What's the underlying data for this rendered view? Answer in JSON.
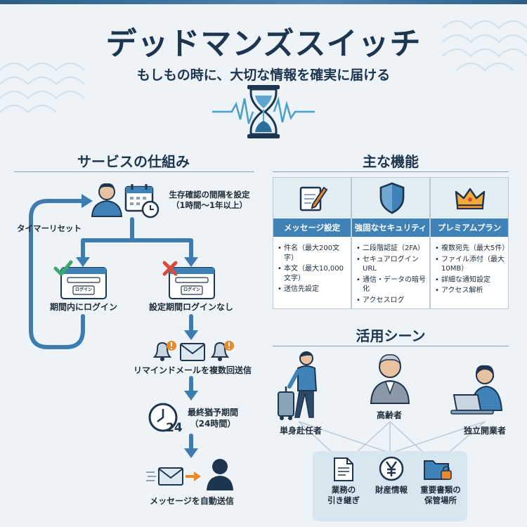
{
  "title": "デッドマンズスイッチ",
  "subtitle": "もしもの時に、大切な情報を確実に届ける",
  "colors": {
    "accent": "#3f82b8",
    "dark": "#1e3550",
    "arrow": "#3d7cb0",
    "orange": "#e8892b",
    "red": "#d94b3b",
    "green": "#3aa86b"
  },
  "flow": {
    "section_title": "サービスの仕組み",
    "step1_label": "生存確認の間隔を設定\n（1時間〜1年以上）",
    "reset_label": "タイマーリセット",
    "login_button": "ログイン",
    "branch_ok_label": "期間内にログイン",
    "branch_ng_label": "設定期間ログインなし",
    "reminder_label": "リマインドメールを複数回送信",
    "grace_label": "最終猶予期間\n（24時間）",
    "grace_number": "24",
    "send_label": "メッセージを自動送信"
  },
  "features": {
    "section_title": "主な機能",
    "cards": [
      {
        "icon": "pencil-paper-icon",
        "title": "メッセージ設定",
        "items": [
          "件名（最大200文字）",
          "本文（最大10,000文字）",
          "送信先設定"
        ]
      },
      {
        "icon": "shield-icon",
        "title": "強固なセキュリティ",
        "items": [
          "二段階認証（2FA）",
          "セキュアログインURL",
          "通信・データの暗号化",
          "アクセスログ"
        ]
      },
      {
        "icon": "crown-icon",
        "title": "プレミアムプラン",
        "items": [
          "複数宛先（最大5件）",
          "ファイル添付（最大10MB）",
          "詳細な通知設定",
          "アクセス解析"
        ]
      }
    ]
  },
  "scenes": {
    "section_title": "活用シーン",
    "people": [
      "単身赴任者",
      "高齢者",
      "独立開業者"
    ],
    "uses": [
      "業務の\n引き継ぎ",
      "財産情報",
      "重要書類の\n保管場所"
    ]
  }
}
